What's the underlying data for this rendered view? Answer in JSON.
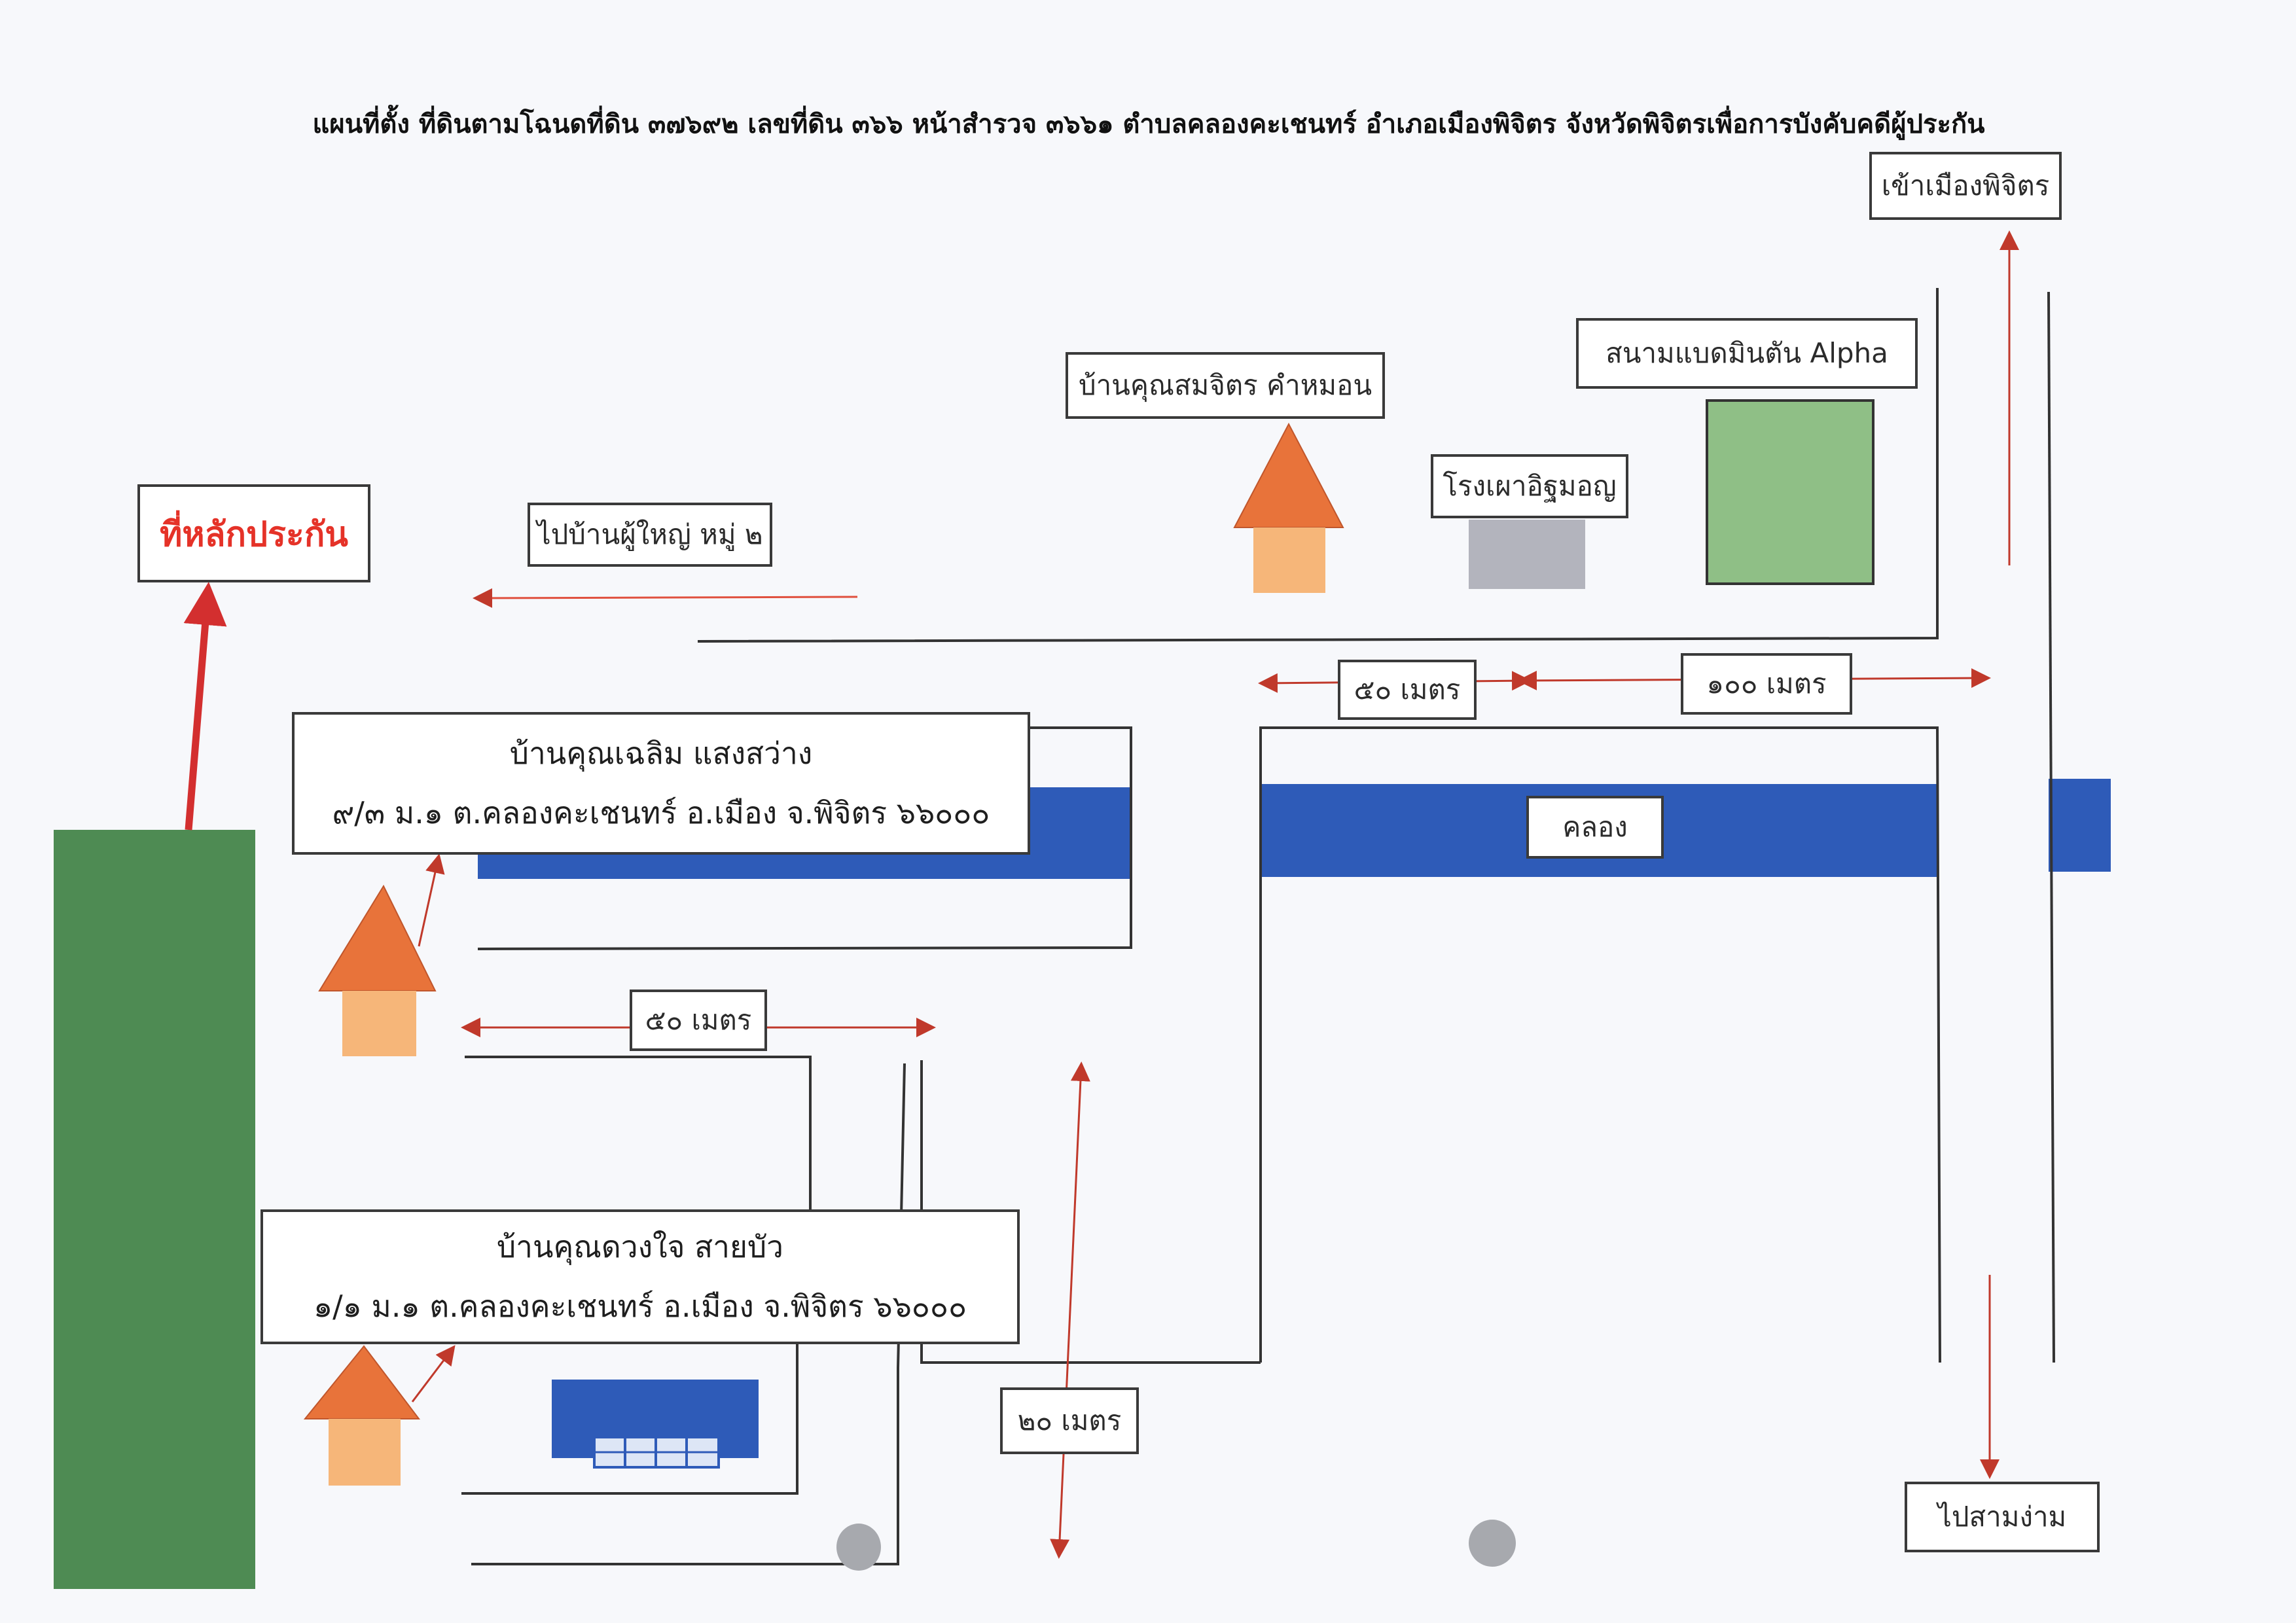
{
  "title": "แผนที่ตั้ง ที่ดินตามโฉนดที่ดิน ๓๗๖๙๒ เลขที่ดิน ๓๖๖ หน้าสำรวจ ๓๖๖๑ ตำบลคลองคะเชนทร์ อำเภอเมืองพิจิตร จังหวัดพิจิตรเพื่อการบังคับคดีผู้ประกัน",
  "labels": {
    "collateral": "ที่หลักประกัน",
    "to_village_head": "ไปบ้านผู้ใหญ่ หมู่ ๒",
    "somjit_house": "บ้านคุณสมจิตร คำหมอน",
    "crematorium": "โรงเผาอิฐมอญ",
    "badminton": "สนามแบดมินตัน Alpha",
    "to_city": "เข้าเมืองพิจิตร",
    "to_sam_ngam": "ไปสามง่าม",
    "canal": "คลอง"
  },
  "houses": {
    "chalerm": {
      "name": "บ้านคุณเฉลิม แสงสว่าง",
      "address": "๙/๓ ม.๑ ต.คลองคะเชนทร์ อ.เมือง จ.พิจิตร ๖๖๐๐๐"
    },
    "duangjai": {
      "name": "บ้านคุณดวงใจ สายบัว",
      "address": "๑/๑ ม.๑ ต.คลองคะเชนทร์ อ.เมือง จ.พิจิตร ๖๖๐๐๐"
    }
  },
  "distances": {
    "d50_top": "๕๐ เมตร",
    "d100": "๑๐๐ เมตร",
    "d50_mid": "๕๐ เมตร",
    "d20": "๒๐ เมตร"
  },
  "colors": {
    "roof": "#e8733a",
    "wall": "#f6b679",
    "canal": "#2e5bb8",
    "collateral_land": "#4e8b53",
    "badminton_court": "#8fbf86",
    "crematorium_building": "#b3b4bd",
    "arrow": "#c0392b",
    "collateral_text": "#e53228"
  }
}
